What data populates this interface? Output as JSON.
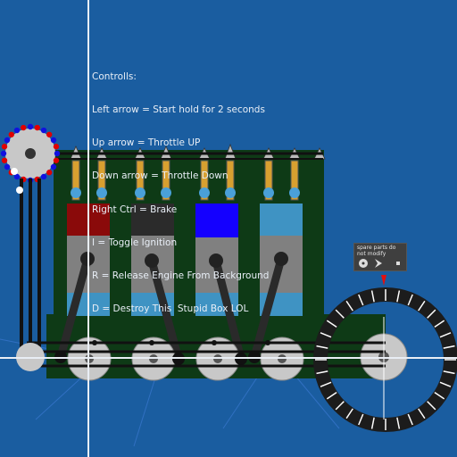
{
  "controls": {
    "title": "Controlls:",
    "lines": [
      "Left arrow = Start hold for 2 seconds",
      "Up arrow = Throttle UP",
      "Down arrow = Throttle Down",
      "Right Ctrl = Brake",
      "I = Toggle Ignition",
      "R = Release Engine From Background",
      "D = Destroy This  Stupid Box LOL"
    ]
  },
  "spare_box": {
    "text": "spare parts do not modify"
  },
  "colors": {
    "background": "#1a5da0",
    "engine_block": "#0e3a16",
    "cylinder_1": "#8a0a0a",
    "cylinder_2": "#2b2b2b",
    "cylinder_3": "#1400ff",
    "cylinder_4": "#3f93c3",
    "gauge_ring": "#1c1c1c",
    "needle": "#e01010"
  }
}
